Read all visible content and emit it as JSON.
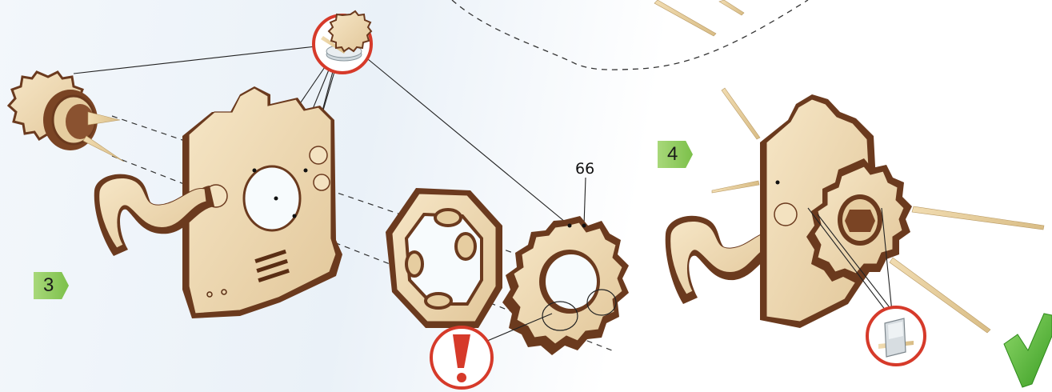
{
  "steps": {
    "step3": "3",
    "step4": "4"
  },
  "part_number": "66",
  "colors": {
    "wood_face": "#f0dcb8",
    "wood_edge": "#6b3a1e",
    "step_badge": "#8cc855",
    "warning_red": "#d63a2a",
    "check_green": "#4fb52f",
    "glue_stick": "#e8cfa0"
  },
  "icons": [
    "warning-exclamation-icon",
    "glue-detail-icon",
    "blade-detail-icon",
    "checkmark-icon"
  ]
}
